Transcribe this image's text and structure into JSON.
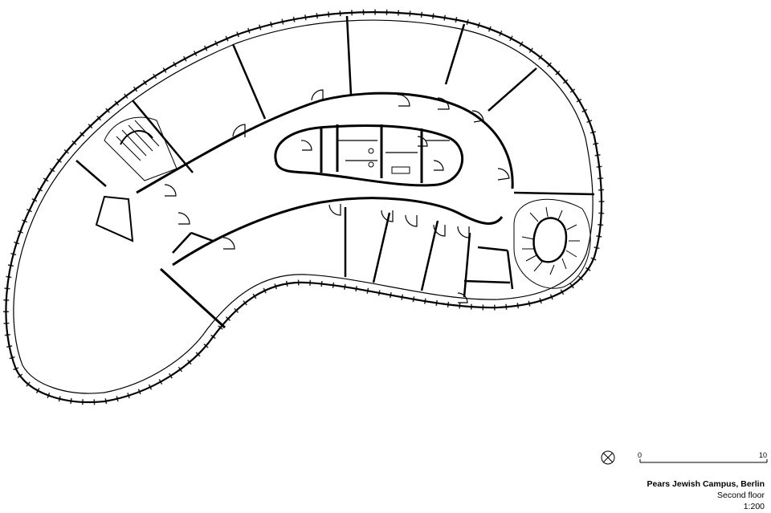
{
  "caption": {
    "title": "Pears Jewish Campus, Berlin",
    "subtitle": "Second floor",
    "scale": "1:200"
  },
  "scale_bar": {
    "start_label": "0",
    "end_label": "10"
  },
  "icons": {
    "north_arrow": "north-arrow-icon"
  }
}
